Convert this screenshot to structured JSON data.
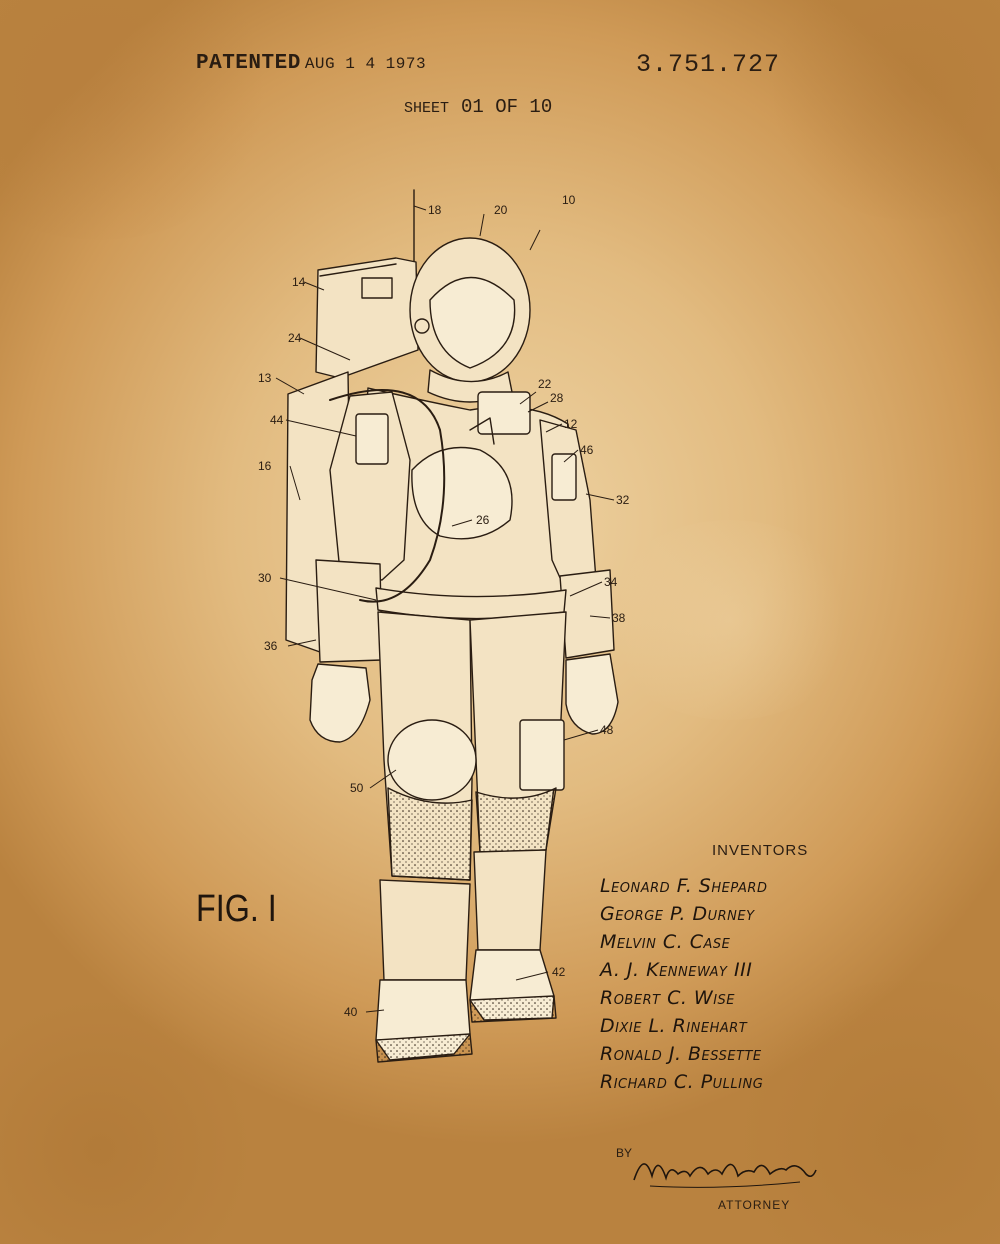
{
  "header": {
    "patented_label": "PATENTED",
    "patented_date": "AUG 1 4 1973",
    "patent_number": "3.751.727",
    "sheet_label": "SHEET",
    "sheet_number": "01 OF 10"
  },
  "figure_label": "FIG. I",
  "reference_numerals": [
    "18",
    "20",
    "10",
    "14",
    "24",
    "13",
    "22",
    "28",
    "12",
    "44",
    "46",
    "16",
    "32",
    "26",
    "30",
    "34",
    "38",
    "36",
    "48",
    "50",
    "42",
    "40"
  ],
  "inventors": {
    "title": "INVENTORS",
    "names": [
      "Leonard F. Shepard",
      "George P. Durney",
      "Melvin C. Case",
      "A. J. Kenneway III",
      "Robert C. Wise",
      "Dixie L. Rinehart",
      "Ronald J. Bessette",
      "Richard C. Pulling"
    ]
  },
  "attorney": {
    "by_label": "BY",
    "signature": "Michael A. Giles Jr.",
    "title": "ATTORNEY"
  },
  "colors": {
    "paper": "#e2bb80",
    "ink": "#2a1d12",
    "suit_fill": "#f3e3c3"
  }
}
